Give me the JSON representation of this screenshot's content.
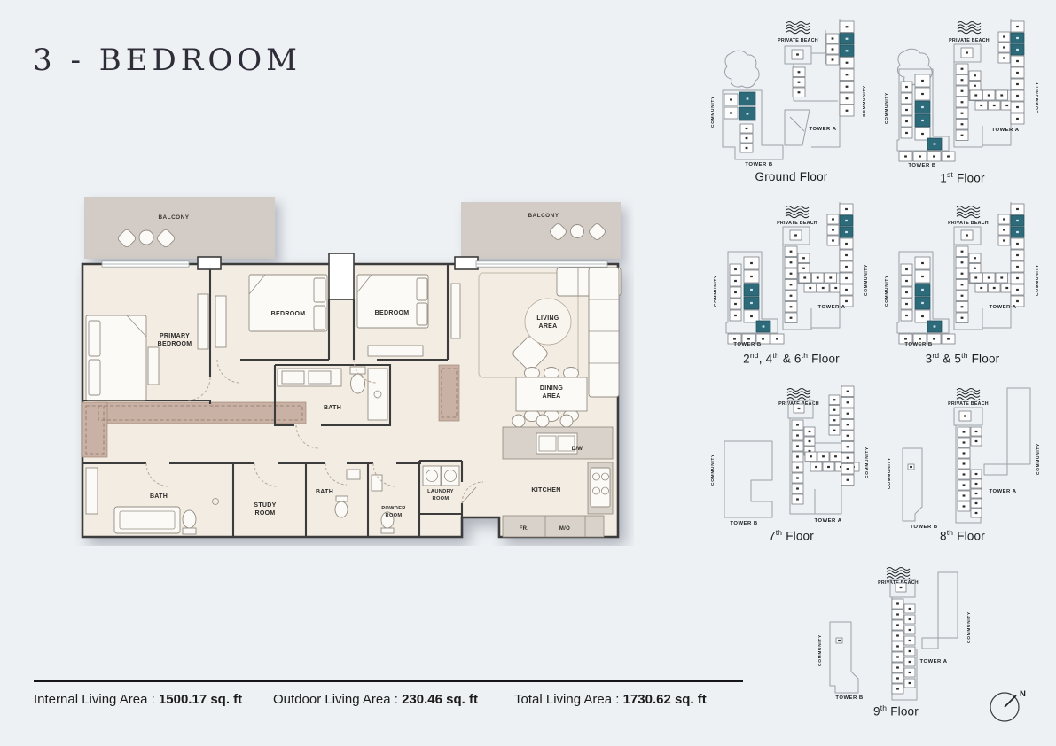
{
  "page": {
    "title": "3 - BEDROOM"
  },
  "colors": {
    "background": "#edf1f4",
    "accent_teal": "#2e6b7a",
    "balcony_fill": "#d2cbc6",
    "floor_fill": "#f2ece3",
    "closet_fill": "#c9b1a5",
    "counter_fill": "#d9d2ca",
    "wall": "#3d3c3c"
  },
  "floor_plan": {
    "labels": {
      "balcony_left": "BALCONY",
      "balcony_right": "BALCONY",
      "primary_bedroom_1": "PRIMARY",
      "primary_bedroom_2": "BEDROOM",
      "bedroom_1": "BEDROOM",
      "bedroom_2": "BEDROOM",
      "living_1": "LIVING",
      "living_2": "AREA",
      "dining_1": "DINING",
      "dining_2": "AREA",
      "bath_center": "BATH",
      "bath_left": "BATH",
      "bath_right": "BATH",
      "study_1": "STUDY",
      "study_2": "ROOM",
      "powder_1": "POWDER",
      "powder_2": "ROOM",
      "laundry_1": "LAUNDRY",
      "laundry_2": "ROOM",
      "kitchen": "KITCHEN",
      "dw": "D/W",
      "fr": "FR.",
      "mo": "M/O"
    }
  },
  "key_plan_common": {
    "private_beach": "PRIVATE BEACH",
    "community": "COMMUNITY",
    "tower_a": "TOWER A",
    "tower_b": "TOWER B"
  },
  "key_plans": [
    {
      "id": "ground",
      "label_parts": [
        [
          "Ground Floor",
          false
        ]
      ]
    },
    {
      "id": "first",
      "label_parts": [
        [
          "1",
          false
        ],
        [
          "st",
          true
        ],
        [
          " Floor",
          false
        ]
      ]
    },
    {
      "id": "f246",
      "label_parts": [
        [
          "2",
          false
        ],
        [
          "nd",
          true
        ],
        [
          ", 4",
          false
        ],
        [
          "th",
          true
        ],
        [
          " & 6",
          false
        ],
        [
          "th",
          true
        ],
        [
          " Floor",
          false
        ]
      ]
    },
    {
      "id": "f35",
      "label_parts": [
        [
          "3",
          false
        ],
        [
          "rd",
          true
        ],
        [
          " & 5",
          false
        ],
        [
          "th",
          true
        ],
        [
          " Floor",
          false
        ]
      ]
    },
    {
      "id": "f7",
      "label_parts": [
        [
          "7",
          false
        ],
        [
          "th",
          true
        ],
        [
          " Floor",
          false
        ]
      ]
    },
    {
      "id": "f8",
      "label_parts": [
        [
          "8",
          false
        ],
        [
          "th",
          true
        ],
        [
          " Floor",
          false
        ]
      ]
    },
    {
      "id": "f9",
      "label_parts": [
        [
          "9",
          false
        ],
        [
          "th",
          true
        ],
        [
          " Floor",
          false
        ]
      ]
    }
  ],
  "areas": [
    {
      "label": "Internal Living Area :",
      "value": "1500.17 sq. ft"
    },
    {
      "label": "Outdoor Living Area :",
      "value": "230.46 sq. ft"
    },
    {
      "label": "Total Living Area :",
      "value": "1730.62 sq. ft"
    }
  ],
  "compass": {
    "north": "N"
  }
}
